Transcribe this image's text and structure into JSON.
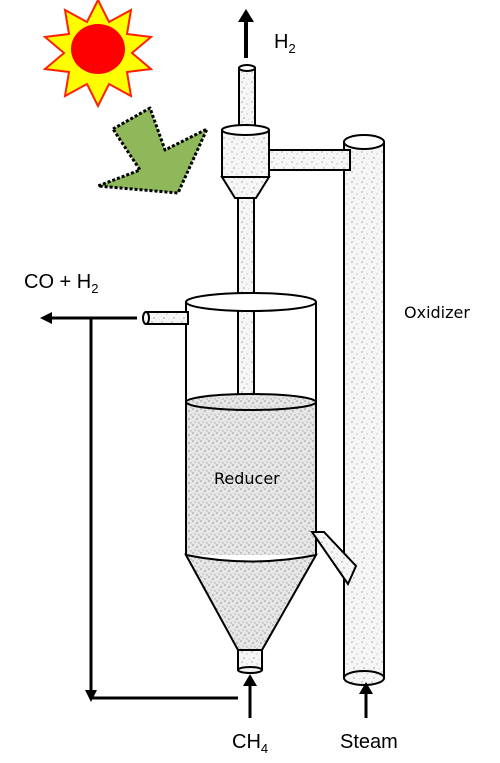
{
  "labels": {
    "h2_top": {
      "main": "H",
      "sub": "2"
    },
    "co_h2": {
      "main": "CO + H",
      "sub": "2"
    },
    "oxidizer": "Oxidizer",
    "reducer": "Reducer",
    "ch4": {
      "main": "CH",
      "sub": "4"
    },
    "steam": "Steam"
  },
  "colors": {
    "sun_body": "#ff0000",
    "sun_rays": "#ffff00",
    "light_arrow": "#8fb85a",
    "ink": "#000000",
    "speckle_fill": "#f4f4f4"
  },
  "icons": {
    "sun": "sun-icon",
    "light_arrow": "sunlight-arrow-icon"
  }
}
